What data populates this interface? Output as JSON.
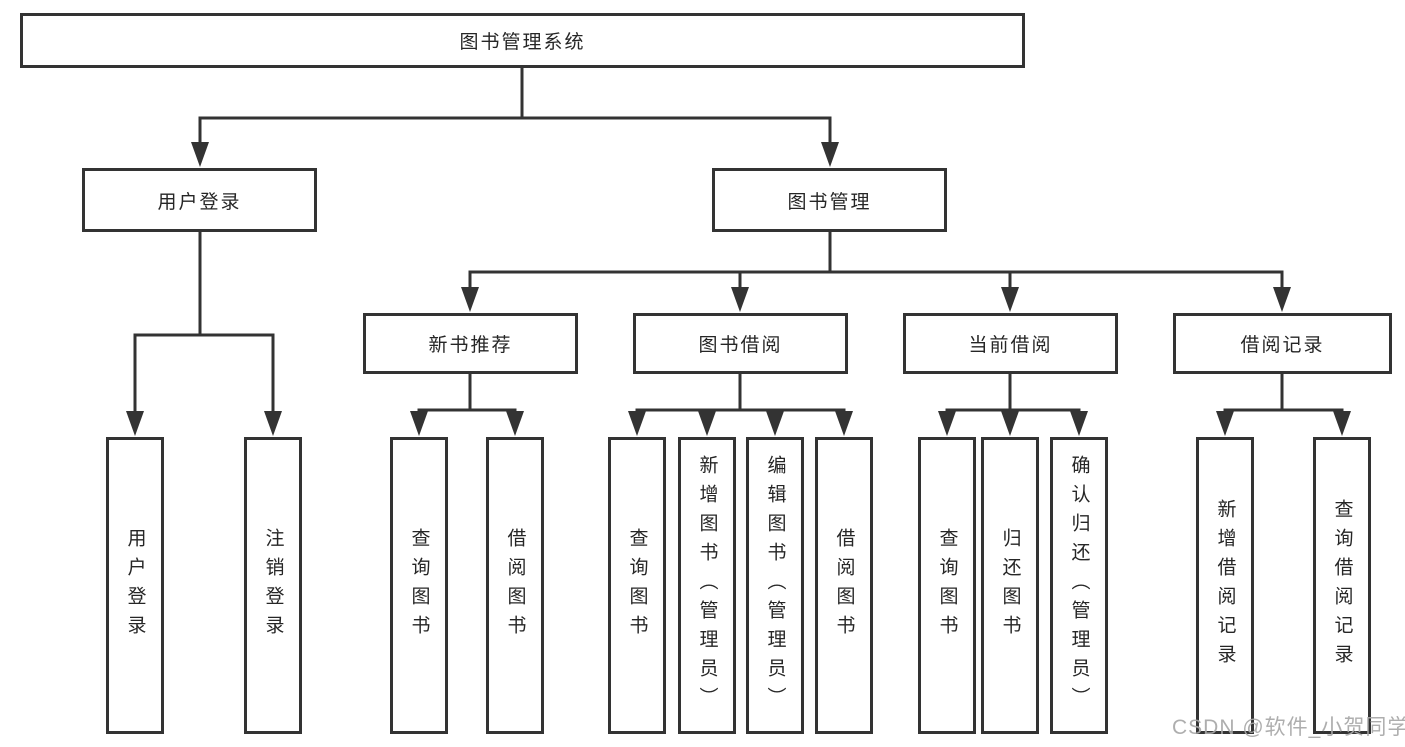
{
  "diagram": {
    "type": "hierarchy",
    "watermark": "CSDN @软件_小贺同学"
  },
  "colors": {
    "line": "#333333",
    "text": "#262626",
    "background": "#ffffff",
    "watermark": "#a8a8a8"
  },
  "nodes": {
    "root": {
      "label": "图书管理系统"
    },
    "level2": [
      {
        "label": "用户登录"
      },
      {
        "label": "图书管理"
      }
    ],
    "level3": [
      {
        "label": "新书推荐",
        "parent": "图书管理"
      },
      {
        "label": "图书借阅",
        "parent": "图书管理"
      },
      {
        "label": "当前借阅",
        "parent": "图书管理"
      },
      {
        "label": "借阅记录",
        "parent": "图书管理"
      }
    ],
    "leaves": [
      {
        "label": "用户登录",
        "parent": "用户登录"
      },
      {
        "label": "注销登录",
        "parent": "用户登录"
      },
      {
        "label": "查询图书",
        "parent": "新书推荐"
      },
      {
        "label": "借阅图书",
        "parent": "新书推荐"
      },
      {
        "label": "查询图书",
        "parent": "图书借阅"
      },
      {
        "label": "新增图书（管理员）",
        "parent": "图书借阅"
      },
      {
        "label": "编辑图书（管理员）",
        "parent": "图书借阅"
      },
      {
        "label": "借阅图书",
        "parent": "图书借阅"
      },
      {
        "label": "查询图书",
        "parent": "当前借阅"
      },
      {
        "label": "归还图书",
        "parent": "当前借阅"
      },
      {
        "label": "确认归还（管理员）",
        "parent": "当前借阅"
      },
      {
        "label": "新增借阅记录",
        "parent": "借阅记录"
      },
      {
        "label": "查询借阅记录",
        "parent": "借阅记录"
      }
    ]
  }
}
